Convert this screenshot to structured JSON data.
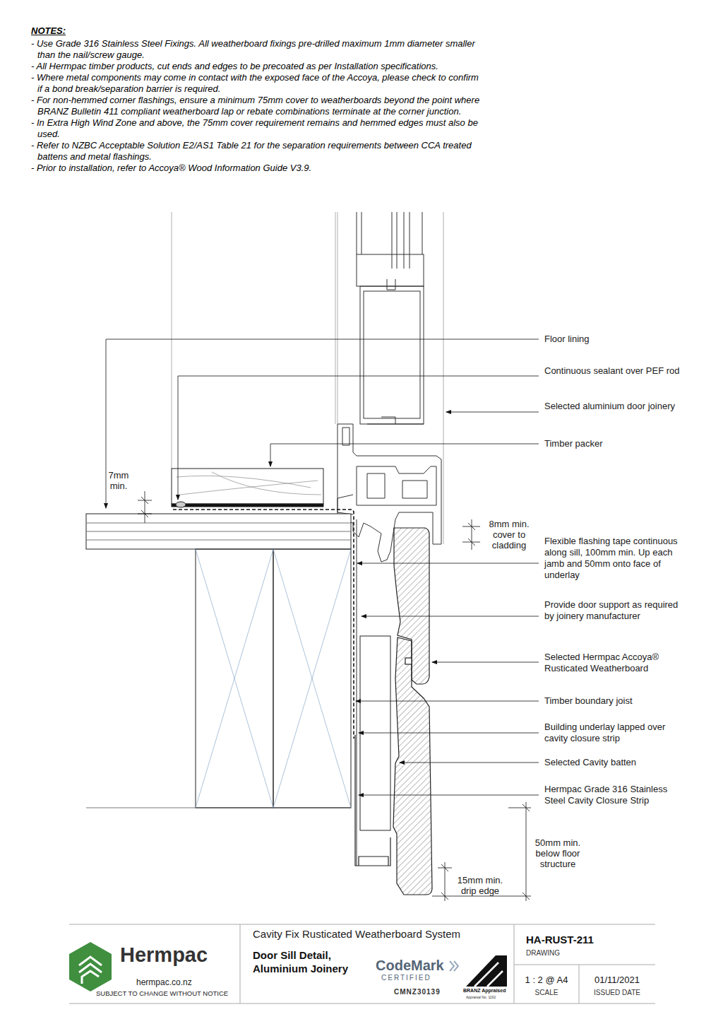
{
  "diagram": {
    "nodes": [
      {
        "text": [
          "Hermpac",
          "hermpac.co.nz",
          "SUBJECT TO CHANGE WITHOUT NOTICE"
        ]
      },
      {
        "text": [
          "Cavity Fix Rusticated Weatherboard System",
          "Door Sill Detail, Aluminium Joinery",
          "CodeMark",
          "CERTIFIED",
          "CMNZ30139",
          "BRANZ Appraised",
          "Appraisal No. 1192"
        ]
      },
      {
        "text": [
          "HA-RUST-211",
          "DRAWING"
        ]
      },
      {
        "text": [
          "1 : 2 @ A4",
          "SCALE"
        ]
      },
      {
        "text": [
          "01/11/2021",
          "ISSUED DATE"
        ]
      }
    ],
    "labels": [
      "NOTES:",
      "- Use Grade 316 Stainless Steel Fixings. All weatherboard fixings pre-drilled maximum 1mm diameter smaller than the nail/screw gauge.",
      "- All Hermpac timber products, cut ends and edges to be precoated as per Installation specifications.",
      "- Where metal components may come in contact with the exposed face of the Accoya, please check to confirm if a bond break/separation barrier is required.",
      "- For non-hemmed corner flashings, ensure a minimum 75mm cover to weatherboards beyond the point where BRANZ Bulletin 411 compliant weatherboard lap or rebate combinations terminate at the corner junction.",
      "- In Extra High Wind Zone and above, the 75mm cover requirement remains and hemmed edges must also be used.",
      "- Refer to NZBC Acceptable Solution E2/AS1 Table 21 for the separation requirements between CCA treated battens and metal flashings.",
      "- Prior to installation, refer to Accoya® Wood Information Guide V3.9.",
      "Floor lining",
      "Continuous sealant over PEF rod",
      "Selected aluminium door joinery",
      "Timber packer",
      "Flexible flashing tape continuous along sill, 100mm min. Up each jamb and 50mm onto face of underlay",
      "Provide door support as required by joinery manufacturer",
      "Selected Hermpac Accoya® Rusticated Weatherboard",
      "Timber boundary joist",
      "Building underlay lapped over cavity closure strip",
      "Selected Cavity batten",
      "Hermpac Grade 316 Stainless Steel Cavity Closure Strip",
      "7mm min.",
      "8mm min. cover to cladding",
      "50mm min. below floor structure",
      "15mm min. drip edge"
    ]
  }
}
